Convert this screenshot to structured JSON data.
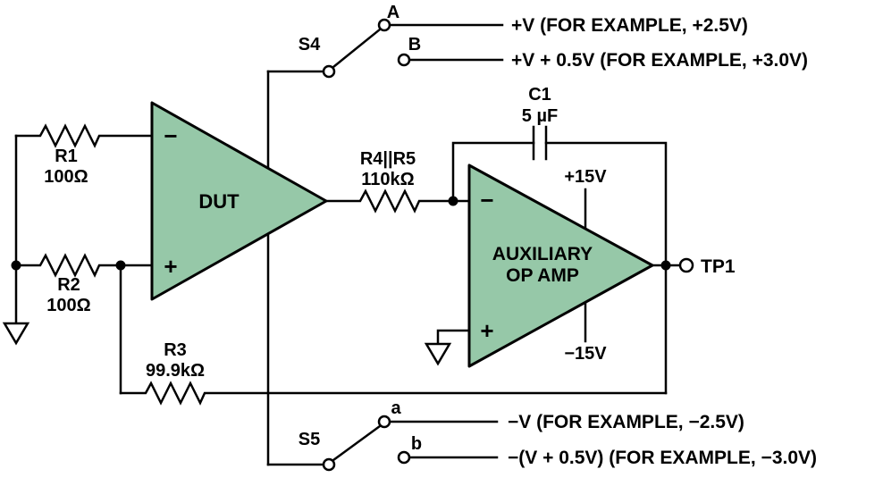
{
  "colors": {
    "amp_fill": "#96c8a8",
    "wire": "#000000",
    "background": "#ffffff"
  },
  "switch_s4": {
    "label": "S4",
    "contact_a_label": "A",
    "contact_b_label": "B",
    "output_a": "+V (FOR EXAMPLE, +2.5V)",
    "output_b": "+V + 0.5V (FOR EXAMPLE, +3.0V)"
  },
  "switch_s5": {
    "label": "S5",
    "contact_a_label": "a",
    "contact_b_label": "b",
    "output_a": "−V (FOR EXAMPLE, −2.5V)",
    "output_b": "−(V + 0.5V) (FOR EXAMPLE, −3.0V)"
  },
  "dut_amp": {
    "label": "DUT",
    "minus": "−",
    "plus": "+"
  },
  "aux_amp": {
    "label_line1": "AUXILIARY",
    "label_line2": "OP AMP",
    "minus": "−",
    "plus": "+",
    "supply_pos": "+15V",
    "supply_neg": "−15V"
  },
  "components": {
    "r1": {
      "name": "R1",
      "value": "100Ω"
    },
    "r2": {
      "name": "R2",
      "value": "100Ω"
    },
    "r3": {
      "name": "R3",
      "value": "99.9kΩ"
    },
    "r4r5": {
      "name": "R4||R5",
      "value": "110kΩ"
    },
    "c1": {
      "name": "C1",
      "value": "5 µF"
    }
  },
  "test_point": {
    "label": "TP1"
  }
}
